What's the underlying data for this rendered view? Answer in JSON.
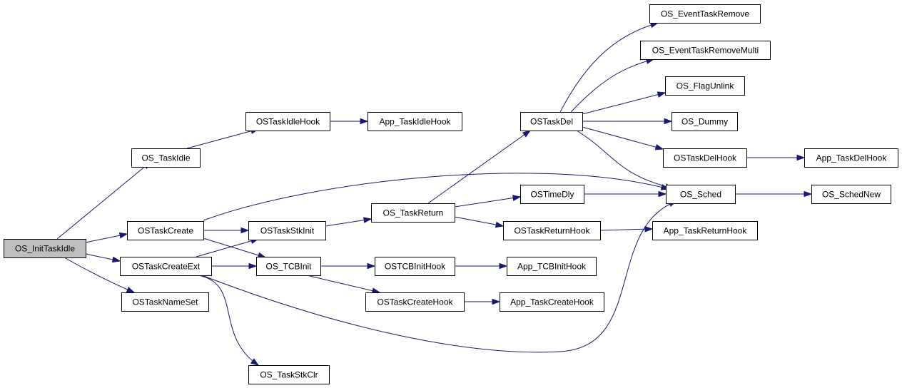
{
  "graph": {
    "edge_color": "#191970",
    "root_fill": "#bfbfbf",
    "nodes": [
      {
        "id": "os_inittaskidle",
        "label": "OS_InitTaskIdle"
      },
      {
        "id": "os_taskidle",
        "label": "OS_TaskIdle"
      },
      {
        "id": "ostaskidlehook",
        "label": "OSTaskIdleHook"
      },
      {
        "id": "app_taskidlehook",
        "label": "App_TaskIdleHook"
      },
      {
        "id": "ostaskcreate",
        "label": "OSTaskCreate"
      },
      {
        "id": "ostaskcreateext",
        "label": "OSTaskCreateExt"
      },
      {
        "id": "ostasknameset",
        "label": "OSTaskNameSet"
      },
      {
        "id": "ostaskstkinit",
        "label": "OSTaskStkInit"
      },
      {
        "id": "os_tcbinit",
        "label": "OS_TCBInit"
      },
      {
        "id": "os_taskstkclr",
        "label": "OS_TaskStkClr"
      },
      {
        "id": "os_taskreturn",
        "label": "OS_TaskReturn"
      },
      {
        "id": "ostcbinithook",
        "label": "OSTCBInitHook"
      },
      {
        "id": "ostaskcreatehook",
        "label": "OSTaskCreateHook"
      },
      {
        "id": "ostaskdel",
        "label": "OSTaskDel"
      },
      {
        "id": "ostimedly",
        "label": "OSTimeDly"
      },
      {
        "id": "ostaskreturnhook",
        "label": "OSTaskReturnHook"
      },
      {
        "id": "app_tcbinithook",
        "label": "App_TCBInitHook"
      },
      {
        "id": "app_taskcreatehook",
        "label": "App_TaskCreateHook"
      },
      {
        "id": "os_eventtaskremove",
        "label": "OS_EventTaskRemove"
      },
      {
        "id": "os_eventtaskremovemulti",
        "label": "OS_EventTaskRemoveMulti"
      },
      {
        "id": "os_flagunlink",
        "label": "OS_FlagUnlink"
      },
      {
        "id": "os_dummy",
        "label": "OS_Dummy"
      },
      {
        "id": "ostaskdelhook",
        "label": "OSTaskDelHook"
      },
      {
        "id": "os_sched",
        "label": "OS_Sched"
      },
      {
        "id": "app_taskreturnhook",
        "label": "App_TaskReturnHook"
      },
      {
        "id": "app_taskdelhook",
        "label": "App_TaskDelHook"
      },
      {
        "id": "os_schednew",
        "label": "OS_SchedNew"
      }
    ],
    "edges": [
      {
        "from": "os_inittaskidle",
        "to": "os_taskidle"
      },
      {
        "from": "os_inittaskidle",
        "to": "ostaskcreate"
      },
      {
        "from": "os_inittaskidle",
        "to": "ostaskcreateext"
      },
      {
        "from": "os_inittaskidle",
        "to": "ostasknameset"
      },
      {
        "from": "os_taskidle",
        "to": "ostaskidlehook"
      },
      {
        "from": "ostaskidlehook",
        "to": "app_taskidlehook"
      },
      {
        "from": "ostaskcreate",
        "to": "os_sched"
      },
      {
        "from": "ostaskcreate",
        "to": "ostaskstkinit"
      },
      {
        "from": "ostaskcreate",
        "to": "os_tcbinit"
      },
      {
        "from": "ostaskcreateext",
        "to": "ostaskstkinit"
      },
      {
        "from": "ostaskcreateext",
        "to": "os_tcbinit"
      },
      {
        "from": "ostaskcreateext",
        "to": "os_taskstkclr"
      },
      {
        "from": "ostaskcreateext",
        "to": "os_sched"
      },
      {
        "from": "ostaskstkinit",
        "to": "os_taskreturn"
      },
      {
        "from": "os_taskreturn",
        "to": "ostaskdel"
      },
      {
        "from": "os_taskreturn",
        "to": "ostimedly"
      },
      {
        "from": "os_taskreturn",
        "to": "ostaskreturnhook"
      },
      {
        "from": "os_tcbinit",
        "to": "ostcbinithook"
      },
      {
        "from": "os_tcbinit",
        "to": "ostaskcreatehook"
      },
      {
        "from": "ostcbinithook",
        "to": "app_tcbinithook"
      },
      {
        "from": "ostaskcreatehook",
        "to": "app_taskcreatehook"
      },
      {
        "from": "ostaskreturnhook",
        "to": "app_taskreturnhook"
      },
      {
        "from": "ostimedly",
        "to": "os_sched"
      },
      {
        "from": "ostaskdel",
        "to": "os_eventtaskremove"
      },
      {
        "from": "ostaskdel",
        "to": "os_eventtaskremovemulti"
      },
      {
        "from": "ostaskdel",
        "to": "os_flagunlink"
      },
      {
        "from": "ostaskdel",
        "to": "os_dummy"
      },
      {
        "from": "ostaskdel",
        "to": "ostaskdelhook"
      },
      {
        "from": "ostaskdel",
        "to": "os_sched"
      },
      {
        "from": "ostaskdelhook",
        "to": "app_taskdelhook"
      },
      {
        "from": "os_sched",
        "to": "os_schednew"
      }
    ]
  }
}
